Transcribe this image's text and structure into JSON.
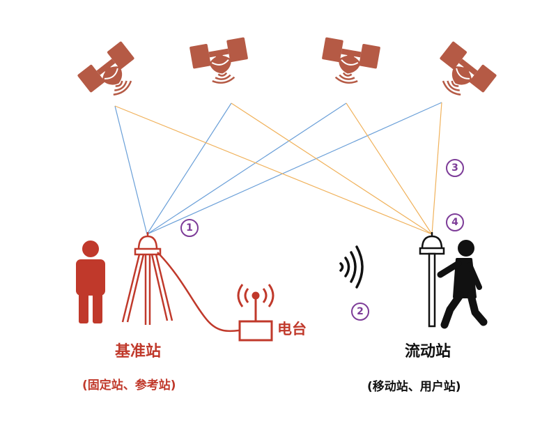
{
  "colors": {
    "satellite": "#b55a45",
    "base_red": "#c0392b",
    "rover_black": "#111111",
    "link_blue": "#6a9fd8",
    "link_orange": "#f0b15a",
    "marker_purple": "#7d3c98"
  },
  "icons": [
    "satellite-icon",
    "person-icon",
    "tripod-antenna-icon",
    "radio-station-icon",
    "wireless-signal-icon",
    "walking-person-icon",
    "survey-pole-icon"
  ],
  "base_station": {
    "title": "基准站",
    "subtitle": "(固定站、参考站)"
  },
  "rover_station": {
    "title": "流动站",
    "subtitle": "(移动站、用户站)"
  },
  "radio": {
    "label": "电台"
  },
  "markers": {
    "m1": "1",
    "m2": "2",
    "m3": "3",
    "m4": "4"
  }
}
